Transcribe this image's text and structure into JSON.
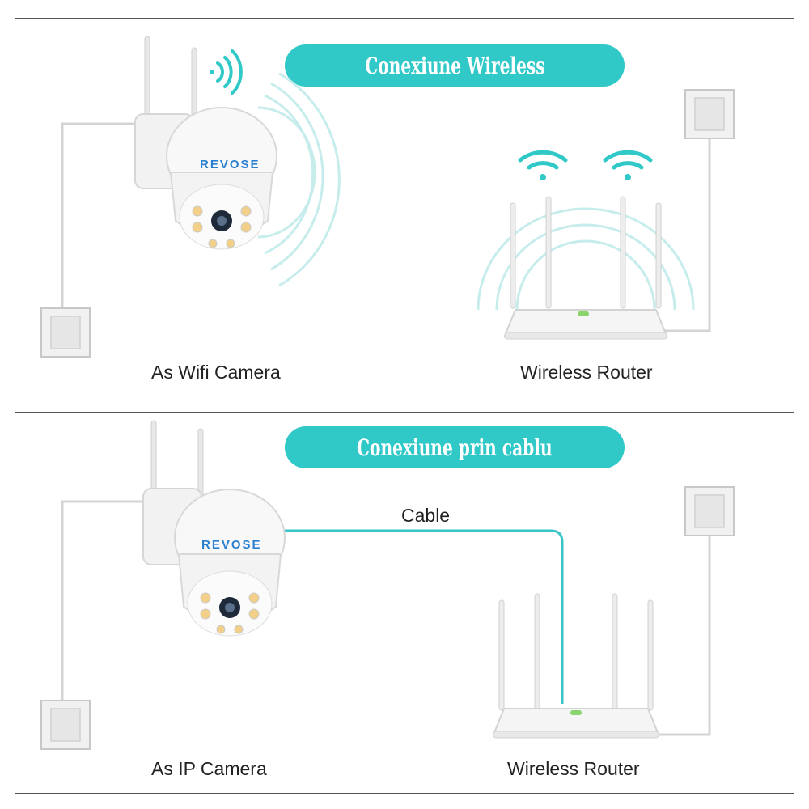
{
  "top": {
    "banner": "Conexiune Wireless",
    "camera_label": "As Wifi Camera",
    "router_label": "Wireless Router",
    "camera_brand": "REVOSE"
  },
  "bottom": {
    "banner": "Conexiune prin cablu",
    "camera_label": "As IP Camera",
    "router_label": "Wireless Router",
    "cable_label": "Cable",
    "camera_brand": "REVOSE"
  },
  "colors": {
    "accent": "#31c8c8",
    "cable": "#38c5c8",
    "wave": "#bfe9ea",
    "border": "#555555"
  }
}
